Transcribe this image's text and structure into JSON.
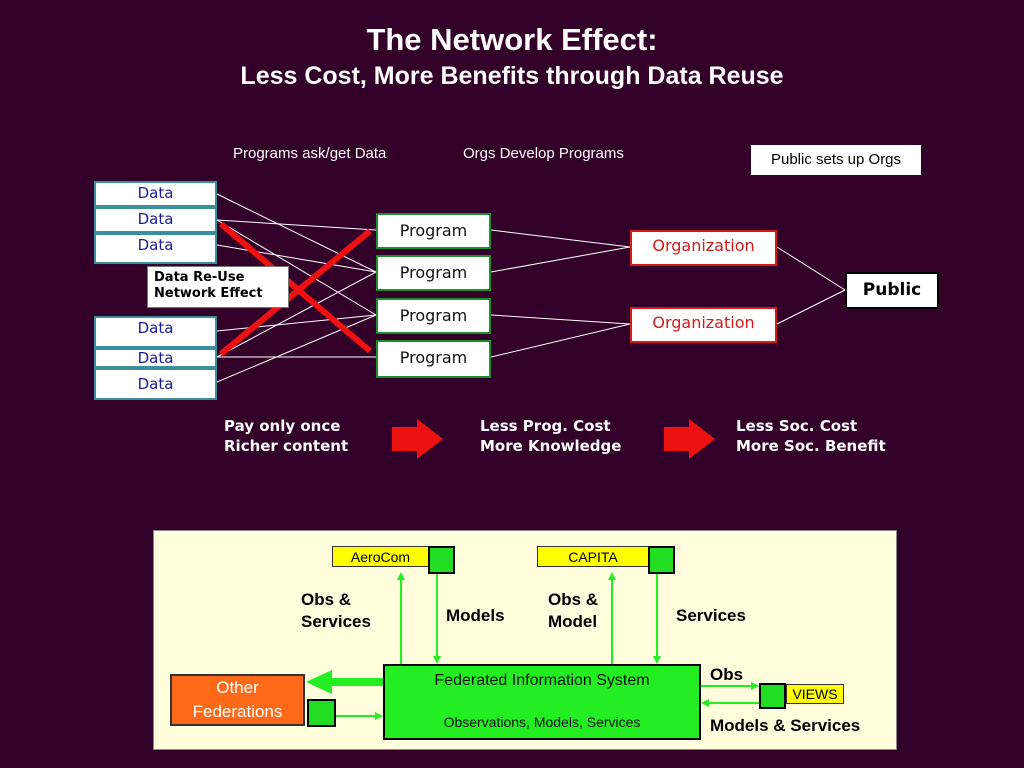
{
  "title": "The Network Effect:",
  "subtitle": "Less Cost, More Benefits through Data Reuse",
  "headers": {
    "programs_ask": "Programs ask/get Data",
    "orgs_develop": "Orgs Develop Programs",
    "public_sets": "Public sets up Orgs"
  },
  "data_boxes": [
    "Data",
    "Data",
    "Data",
    "Data",
    "Data",
    "Data"
  ],
  "reuse_label": {
    "line1": "Data Re-Use",
    "line2": "Network Effect"
  },
  "programs": [
    "Program",
    "Program",
    "Program",
    "Program"
  ],
  "organizations": [
    "Organization",
    "Organization"
  ],
  "public": "Public",
  "benefits": [
    {
      "line1": "Pay only once",
      "line2": "Richer content"
    },
    {
      "line1": "Less Prog. Cost",
      "line2": "More Knowledge"
    },
    {
      "line1": "Less Soc. Cost",
      "line2": "More Soc. Benefit"
    }
  ],
  "colors": {
    "background": "#33002a",
    "cross": "#ee1111",
    "arrow": "#ee1111",
    "green": "#22ee22",
    "panel": "#ffffdd",
    "orange": "#ff6a1a",
    "yellow": "#ffff00"
  },
  "federation": {
    "aerocom": "AeroCom",
    "capita": "CAPITA",
    "obs_services": {
      "line1": "Obs &",
      "line2": "Services"
    },
    "models": "Models",
    "obs_model": {
      "line1": "Obs &",
      "line2": "Model"
    },
    "services": "Services",
    "fis_title": "Federated Information System",
    "fis_sub": "Observations, Models, Services",
    "obs": "Obs",
    "views": "VIEWS",
    "models_services": "Models & Services",
    "other": {
      "line1": "Other",
      "line2": "Federations"
    }
  }
}
